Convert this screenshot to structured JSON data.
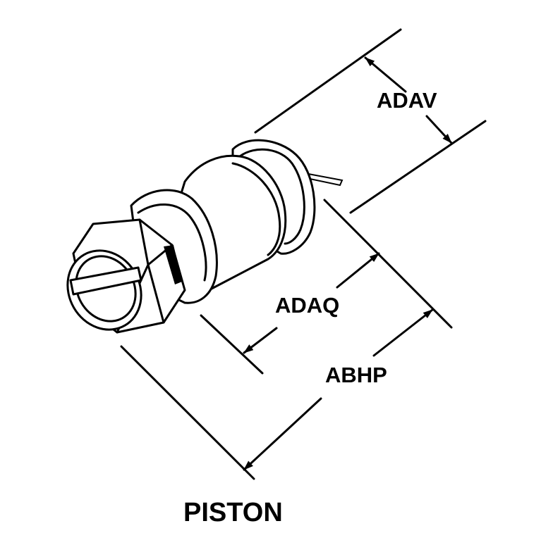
{
  "diagram": {
    "caption": "PISTON",
    "dimensions": {
      "adav": "ADAV",
      "adaq": "ADAQ",
      "abhp": "ABHP"
    }
  }
}
